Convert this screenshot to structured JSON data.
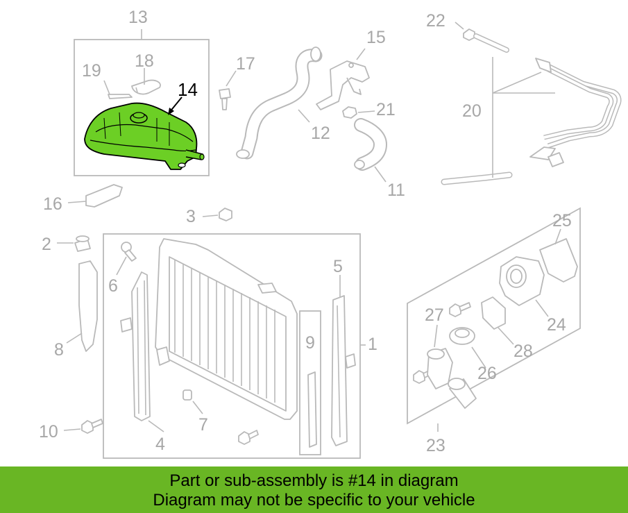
{
  "diagram": {
    "highlight_color": "#6ccf25",
    "highlighted_part": "14",
    "callouts": [
      "1",
      "2",
      "3",
      "4",
      "5",
      "6",
      "7",
      "8",
      "9",
      "10",
      "11",
      "12",
      "13",
      "14",
      "15",
      "16",
      "17",
      "18",
      "19",
      "20",
      "21",
      "22",
      "23",
      "24",
      "25",
      "26",
      "27",
      "28"
    ]
  },
  "banner": {
    "background": "#69b624",
    "line1": "Part or sub-assembly is #14 in diagram",
    "line2": "Diagram may not be specific to your vehicle"
  }
}
